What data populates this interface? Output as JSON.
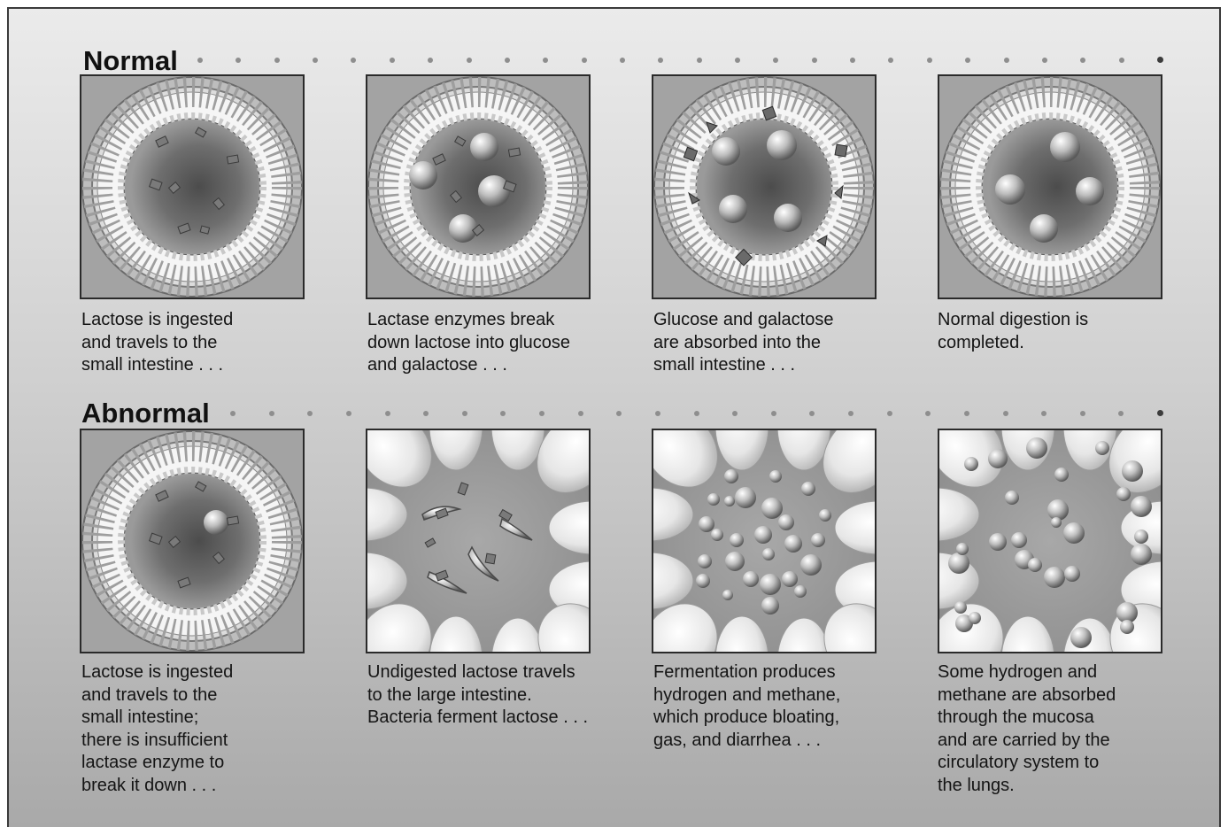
{
  "rows": [
    {
      "title": "Normal",
      "steps": [
        {
          "caption": "Lactose is ingested\nand travels to the\nsmall intestine . . ."
        },
        {
          "caption": "Lactase enzymes break\ndown lactose into glucose\nand galactose . . ."
        },
        {
          "caption": "Glucose and galactose\nare absorbed into the\nsmall intestine . . ."
        },
        {
          "caption": "Normal digestion is\ncompleted."
        }
      ]
    },
    {
      "title": "Abnormal",
      "steps": [
        {
          "caption": "Lactose is ingested\nand travels to the\nsmall intestine;\nthere is insufficient\nlactase enzyme to\nbreak it down . . ."
        },
        {
          "caption": "Undigested lactose travels\nto the large intestine.\nBacteria ferment lactose . . ."
        },
        {
          "caption": "Fermentation produces\nhydrogen and methane,\nwhich produce bloating,\ngas, and diarrhea . . ."
        },
        {
          "caption": "Some hydrogen and\nmethane are absorbed\nthrough the mucosa\nand are carried by the\ncirculatory system to\nthe lungs."
        }
      ]
    }
  ]
}
